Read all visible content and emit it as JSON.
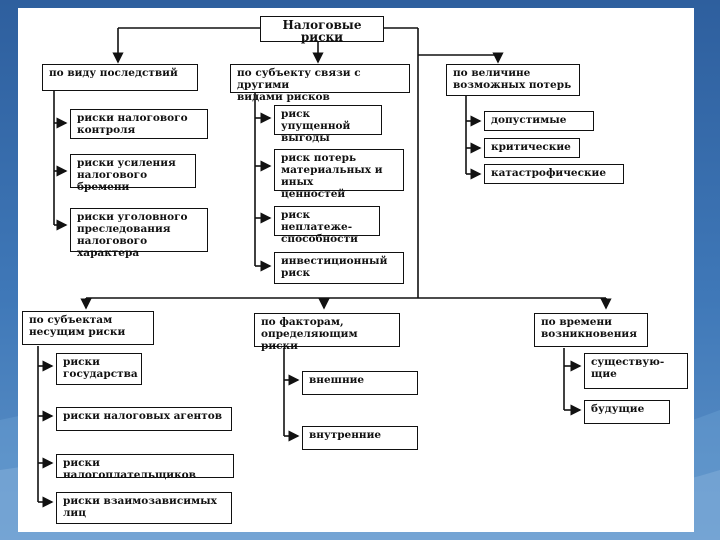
{
  "diagram": {
    "title": "Налоговые риски",
    "groups": [
      {
        "label": "по виду последствий",
        "items": [
          "риски налогового\nконтроля",
          "риски усиления\nналогового бремени",
          "риски уголовного\nпреследования\nналогового характера"
        ]
      },
      {
        "label": "по субъекту связи с другими\nвидами рисков",
        "items": [
          "риск упущенной\nвыгоды",
          "риск потерь\nматериальных и иных\nценностей",
          "риск неплатеже-\nспособности",
          "инвестиционный\nриск"
        ]
      },
      {
        "label": "по величине\nвозможных потерь",
        "items": [
          "допустимые",
          "критические",
          "катастрофические"
        ]
      },
      {
        "label": "по субъектам\nнесущим риски",
        "items": [
          "риски\nгосударства",
          "риски налоговых агентов",
          "риски налогоплательщиков",
          "риски взаимозависимых\nлиц"
        ]
      },
      {
        "label": "по факторам,\nопределяющим риски",
        "items": [
          "внешние",
          "внутренние"
        ]
      },
      {
        "label": "по времени\nвозникновения",
        "items": [
          "существую-\nщие",
          "будущие"
        ]
      }
    ]
  }
}
